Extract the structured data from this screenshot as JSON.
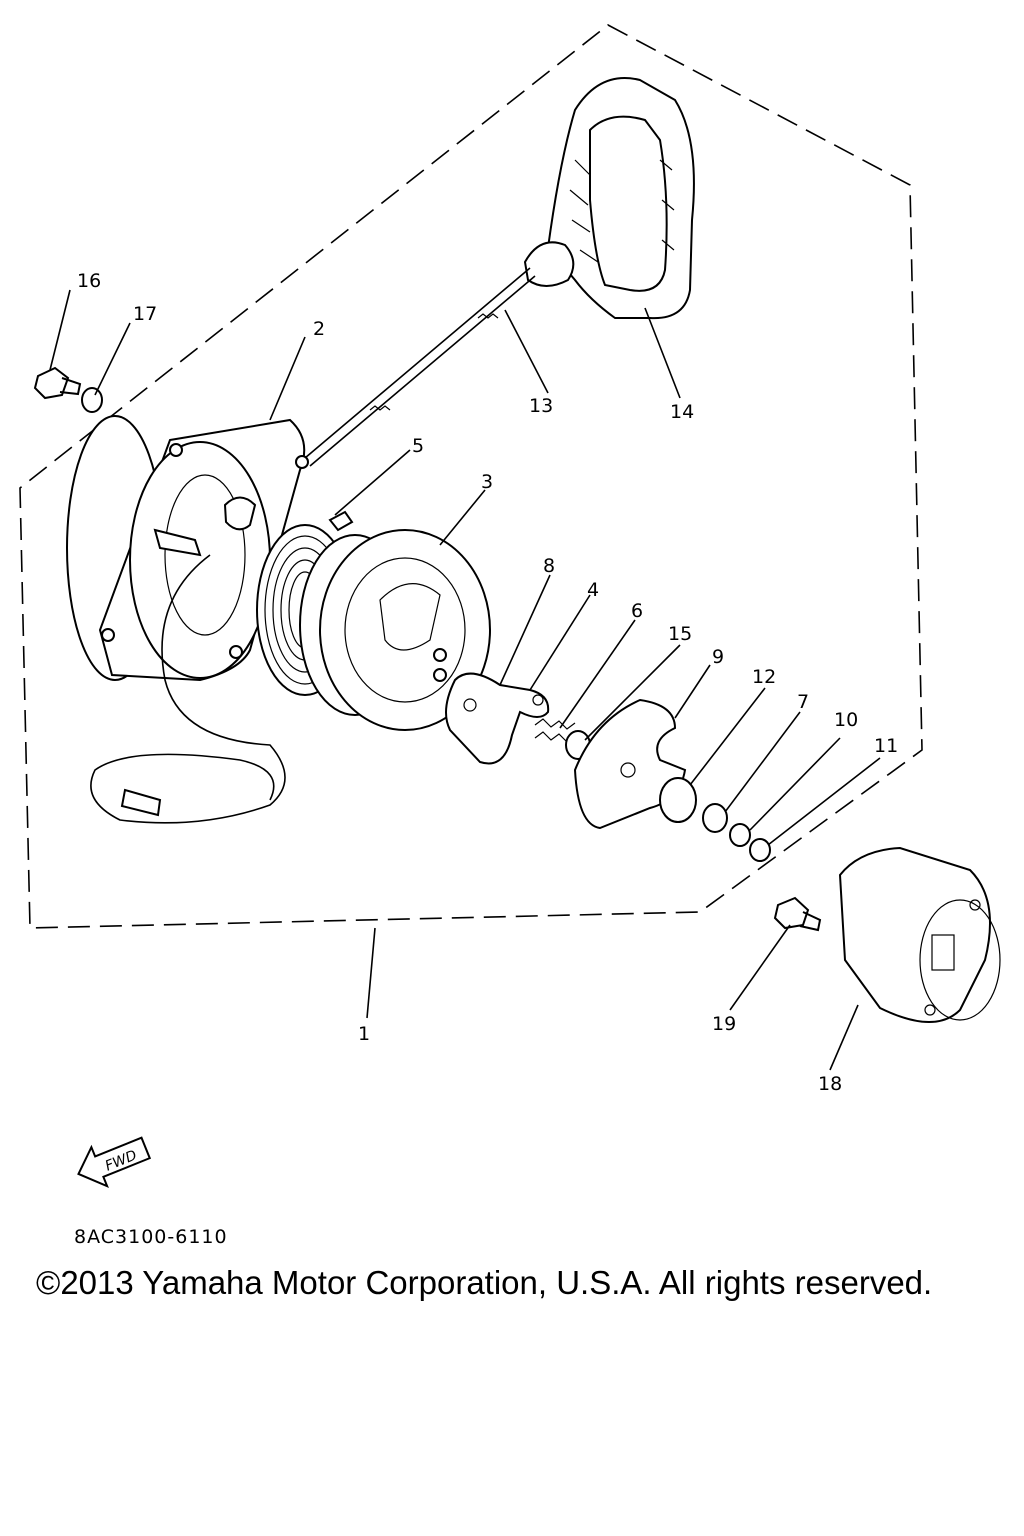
{
  "diagram": {
    "callouts": [
      "1",
      "2",
      "3",
      "4",
      "5",
      "6",
      "7",
      "8",
      "9",
      "10",
      "11",
      "12",
      "13",
      "14",
      "15",
      "16",
      "17",
      "18",
      "19"
    ],
    "fwd_label": "FWD",
    "code": "8AC3100-6110",
    "copyright": "©2013 Yamaha Motor Corporation, U.S.A. All rights reserved."
  }
}
